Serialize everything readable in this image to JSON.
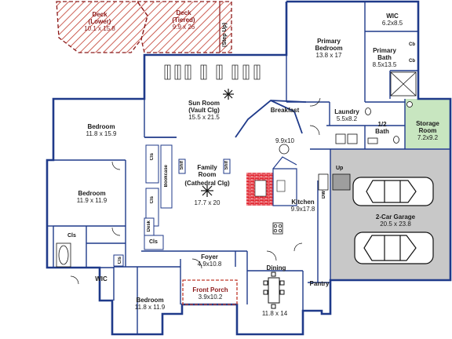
{
  "rooms": {
    "deck_lower": {
      "name": "Deck",
      "sub": "(Lower)",
      "dims": "10.1 x 15.8"
    },
    "deck_tiered": {
      "name": "Deck",
      "sub": "(Tiered)",
      "dims": "9.9 x 26"
    },
    "step_up": "(Step Up)",
    "wic_top": {
      "name": "WIC",
      "dims": "6.2x8.5"
    },
    "primary_bedroom": {
      "name": "Primary",
      "name2": "Bedroom",
      "dims": "13.8 x 17"
    },
    "primary_bath": {
      "name": "Primary",
      "name2": "Bath",
      "dims": "8.5x13.5"
    },
    "sun_room": {
      "name": "Sun Room",
      "sub": "(Vault Clg)",
      "dims": "15.5 x 21.5"
    },
    "breakfast": {
      "name": "Breakfast",
      "dims": "9.9x10"
    },
    "laundry": {
      "name": "Laundry",
      "dims": "5.5x8.2"
    },
    "half_bath": {
      "name": "1/2",
      "name2": "Bath"
    },
    "storage": {
      "name": "Storage",
      "name2": "Room",
      "dims": "7.2x9.2"
    },
    "bedroom_1": {
      "name": "Bedroom",
      "dims": "11.8 x 15.9"
    },
    "bedroom_2": {
      "name": "Bedroom",
      "dims": "11.9 x 11.9"
    },
    "bedroom_3": {
      "name": "Bedroom",
      "dims": "11.8 x 11.9"
    },
    "family_room": {
      "name": "Family",
      "name2": "Room",
      "sub": "(Cathedral Clg)",
      "dims": "17.7 x 20"
    },
    "kitchen": {
      "name": "Kitchen",
      "dims": "9.9x17.8"
    },
    "garage": {
      "name": "2-Car Garage",
      "dims": "20.5 x 23.8"
    },
    "foyer": {
      "name": "Foyer",
      "dims": "4.9x10.8"
    },
    "front_porch": {
      "name": "Front Porch",
      "dims": "3.9x10.2"
    },
    "dining": {
      "name": "Dining",
      "dims": "11.8 x 14"
    },
    "pantry": {
      "name": "Pantry"
    },
    "wic_left": {
      "name": "WIC"
    }
  },
  "small_labels": {
    "cls": "Cls",
    "bookcase": "Bookcase",
    "desk": "Desk",
    "up": "Up",
    "shlf": "Shlf",
    "cb": "Cb",
    "dw": "DW"
  },
  "colors": {
    "wall": "#1f3a8a",
    "deck_hatch": "#c0392b",
    "garage_fill": "#c8c8c8",
    "storage_fill": "#c8e6c0",
    "fireplace": "#e0202a"
  }
}
